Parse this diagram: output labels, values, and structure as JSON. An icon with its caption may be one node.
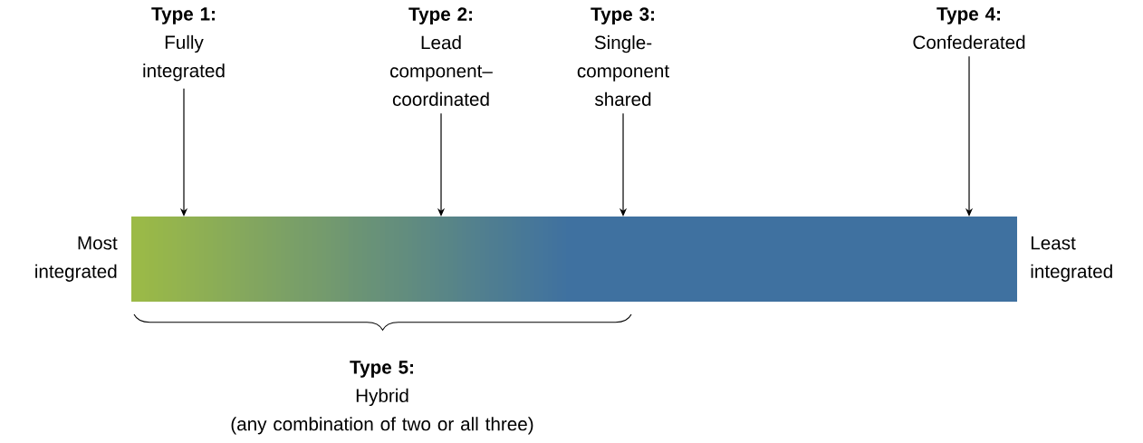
{
  "diagram": {
    "nodes": [
      {
        "text": [
          "Type 1:",
          "Fully integrated"
        ]
      },
      {
        "text": [
          "Type 2:",
          "Lead component–coordinated"
        ]
      },
      {
        "text": [
          "Type 3:",
          "Single-component shared"
        ]
      },
      {
        "text": [
          "Type 4:",
          "Confederated"
        ]
      },
      {
        "text": [],
        "shape": "bar",
        "beside": [
          "Most integrated",
          "Least integrated"
        ]
      },
      {
        "text": [
          "Type 5:",
          "Hybrid",
          "(any combination of two or all three)"
        ]
      }
    ],
    "edges": [
      {
        "from": 0,
        "to": 4,
        "arrow": "to"
      },
      {
        "from": 1,
        "to": 4,
        "arrow": "to"
      },
      {
        "from": 2,
        "to": 4,
        "arrow": "to"
      },
      {
        "from": 3,
        "to": 4,
        "arrow": "to"
      }
    ]
  }
}
